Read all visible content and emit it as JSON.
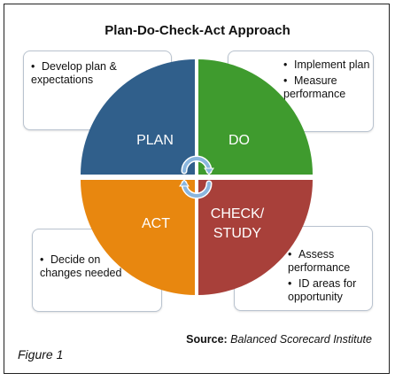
{
  "title": "Plan-Do-Check-Act Approach",
  "colors": {
    "plan": "#305f8b",
    "do": "#3f9b2e",
    "act": "#e8870f",
    "check": "#a8403a",
    "cycle_arrows": "#8ab6de"
  },
  "quadrants": {
    "plan": {
      "label": "PLAN"
    },
    "do": {
      "label": "DO"
    },
    "act": {
      "label": "ACT"
    },
    "check": {
      "label_line1": "CHECK/",
      "label_line2": "STUDY"
    }
  },
  "callouts": {
    "plan": {
      "items": [
        "Develop plan & expectations"
      ]
    },
    "do": {
      "items": [
        "Implement plan",
        "Measure performance"
      ]
    },
    "act": {
      "items": [
        "Decide on changes needed"
      ]
    },
    "check": {
      "items": [
        "Assess performance",
        "ID areas for opportunity"
      ]
    }
  },
  "source": {
    "prefix": "Source:",
    "name": "Balanced Scorecard Institute"
  },
  "figure_label": "Figure 1",
  "icons": {
    "cycle": "cycle-arrows-icon",
    "bullet": "bullet"
  }
}
